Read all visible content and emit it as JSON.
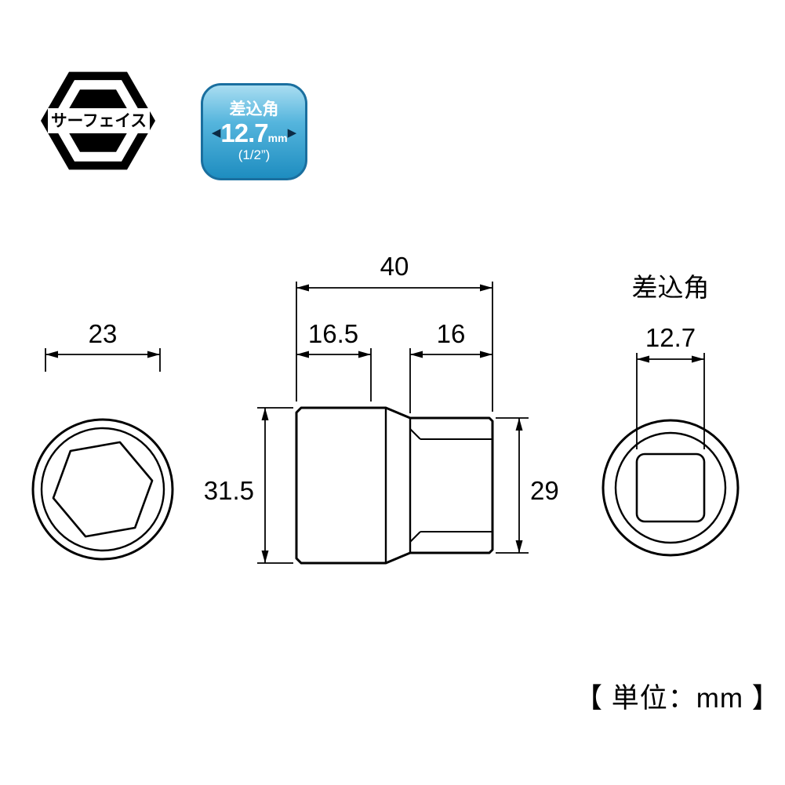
{
  "logo": {
    "label": "サーフェイス"
  },
  "badge": {
    "title": "差込角",
    "value": "12.7",
    "unit": "mm",
    "fraction": "(1/2”)"
  },
  "drawing": {
    "front": {
      "width": "23"
    },
    "side": {
      "total_length": "40",
      "head_depth": "16.5",
      "drive_depth": "16",
      "head_diameter": "31.5",
      "drive_diameter": "29"
    },
    "rear": {
      "label": "差込角",
      "square_width": "12.7"
    }
  },
  "footer": {
    "unit_note": "【 単位：mm 】"
  },
  "colors": {
    "line": "#000000",
    "badge_blue": "#1e8dc0",
    "badge_border": "#1a6f9f"
  }
}
